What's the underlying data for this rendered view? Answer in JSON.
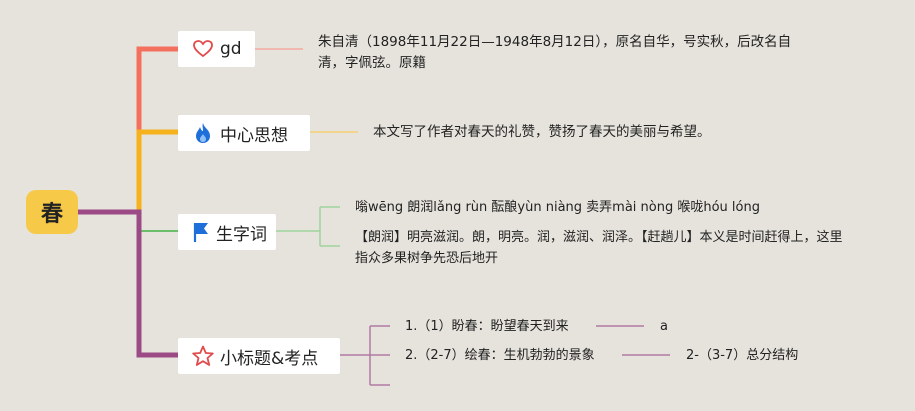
{
  "root": {
    "label": "春"
  },
  "branches": [
    {
      "label": "gd",
      "icon": "heart-icon",
      "color": "#f4705e",
      "detail": "朱自清（1898年11月22日—1948年8月12日），原名自华，号实秋，后改名自清，字佩弦。原籍"
    },
    {
      "label": "中心思想",
      "icon": "flame-icon",
      "color": "#f6b21d",
      "detail": "本文写了作者对春天的礼赞，赞扬了春天的美丽与希望。"
    },
    {
      "label": "生字词",
      "icon": "flag-icon",
      "color": "#6cbf6a",
      "details": [
        "嗡wēng 朗润lǎng rùn 酝酿yùn niàng 卖弄mài nòng 喉咙hóu lóng",
        "【朗润】明亮滋润。朗，明亮。润，滋润、润泽。【赶趟儿】本义是时间赶得上，这里指众多果树争先恐后地开"
      ]
    },
    {
      "label": "小标题&考点",
      "icon": "star-icon",
      "color": "#9b4a86",
      "items": [
        {
          "label": "1.（1）盼春：盼望春天到来",
          "child": "a"
        },
        {
          "label": "2.（2-7）绘春：生机勃勃的景象",
          "child": "2-（3-7）总分结构"
        },
        {
          "label": ""
        }
      ]
    }
  ],
  "colors": {
    "background": "#e6e3dc",
    "root_fill": "#f7c948",
    "icon_blue": "#1e6fd9",
    "icon_red": "#e14b4b"
  }
}
